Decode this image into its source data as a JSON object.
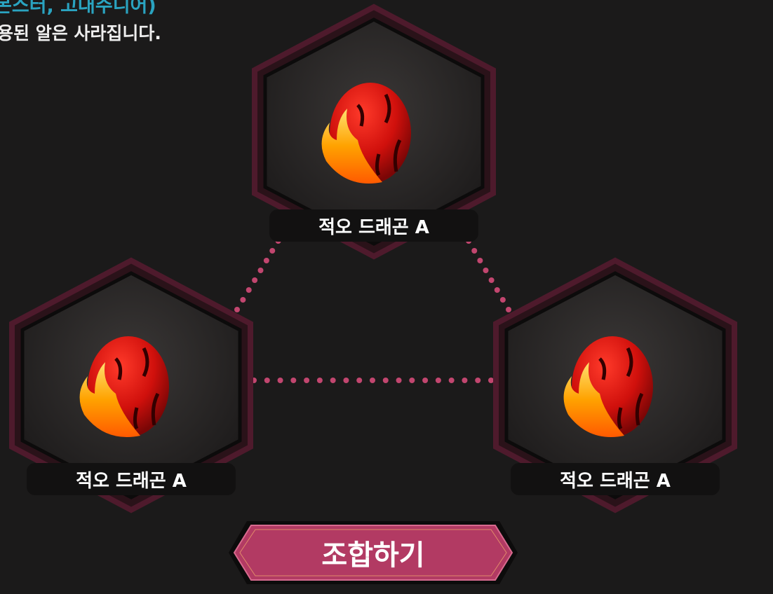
{
  "info": {
    "line1": "몬스터, 고대주니어)",
    "line2": "용된 알은 사라집니다."
  },
  "slots": [
    {
      "name": "적오 드래곤 A",
      "icon": "fire-dragon-egg-icon"
    },
    {
      "name": "적오 드래곤 A",
      "icon": "fire-dragon-egg-icon"
    },
    {
      "name": "적오 드래곤 A",
      "icon": "fire-dragon-egg-icon"
    }
  ],
  "combine_button": {
    "label": "조합하기"
  },
  "colors": {
    "accent": "#b23a63",
    "frame": "#5a1f33",
    "dots": "#c2466f"
  }
}
